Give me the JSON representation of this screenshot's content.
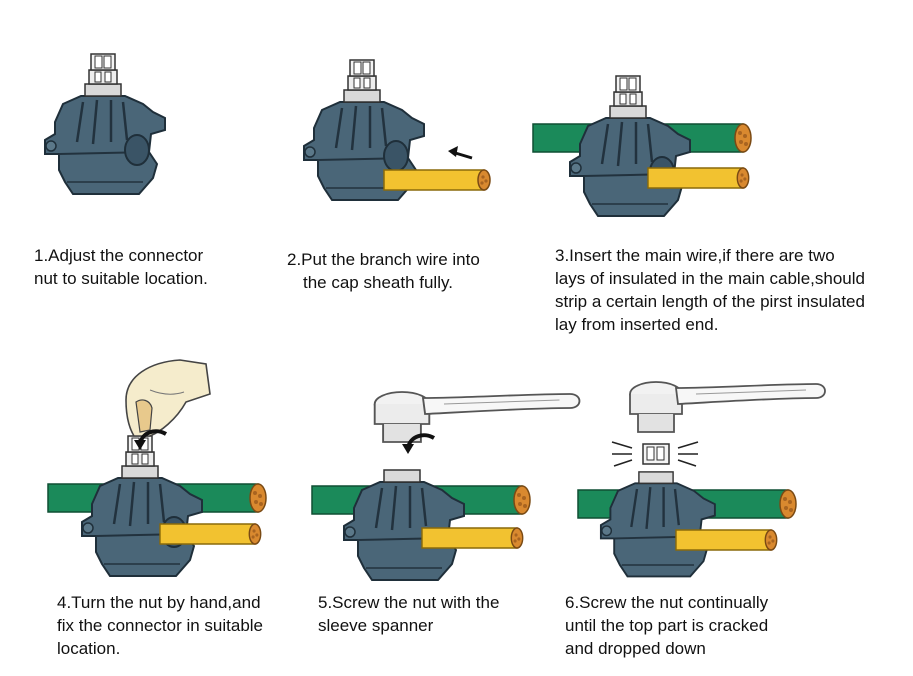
{
  "colors": {
    "connector_body": "#4a6678",
    "connector_dark": "#2c4252",
    "nut_metal": "#e6e6e6",
    "main_wire": "#1b8a5a",
    "branch_wire": "#f2c230",
    "copper": "#d9892f",
    "glove": "#f5eccc",
    "spanner": "#f2f2f2"
  },
  "steps": [
    {
      "id": 1,
      "lines": [
        "1.Adjust the connector",
        "nut to suitable location."
      ]
    },
    {
      "id": 2,
      "lines": [
        "2.Put the branch wire into",
        "the cap sheath fully."
      ]
    },
    {
      "id": 3,
      "lines": [
        "3.Insert the main wire,if there are two",
        "lays of insulated in the main cable,should",
        "strip a certain length of the pirst insulated",
        "lay from inserted end."
      ]
    },
    {
      "id": 4,
      "lines": [
        "4.Turn the nut by hand,and",
        "fix the connector in suitable",
        "location."
      ]
    },
    {
      "id": 5,
      "lines": [
        "5.Screw the nut with the",
        "sleeve spanner"
      ]
    },
    {
      "id": 6,
      "lines": [
        "6.Screw the nut continually",
        "until the top part is cracked",
        "and dropped down"
      ]
    }
  ],
  "icons": {
    "connector": "piercing-connector-icon",
    "arrow": "insert-arrow-icon",
    "rotate": "rotate-arrow-icon",
    "hand": "gloved-hand-icon",
    "spanner": "sleeve-spanner-icon",
    "burst": "crack-burst-icon"
  }
}
